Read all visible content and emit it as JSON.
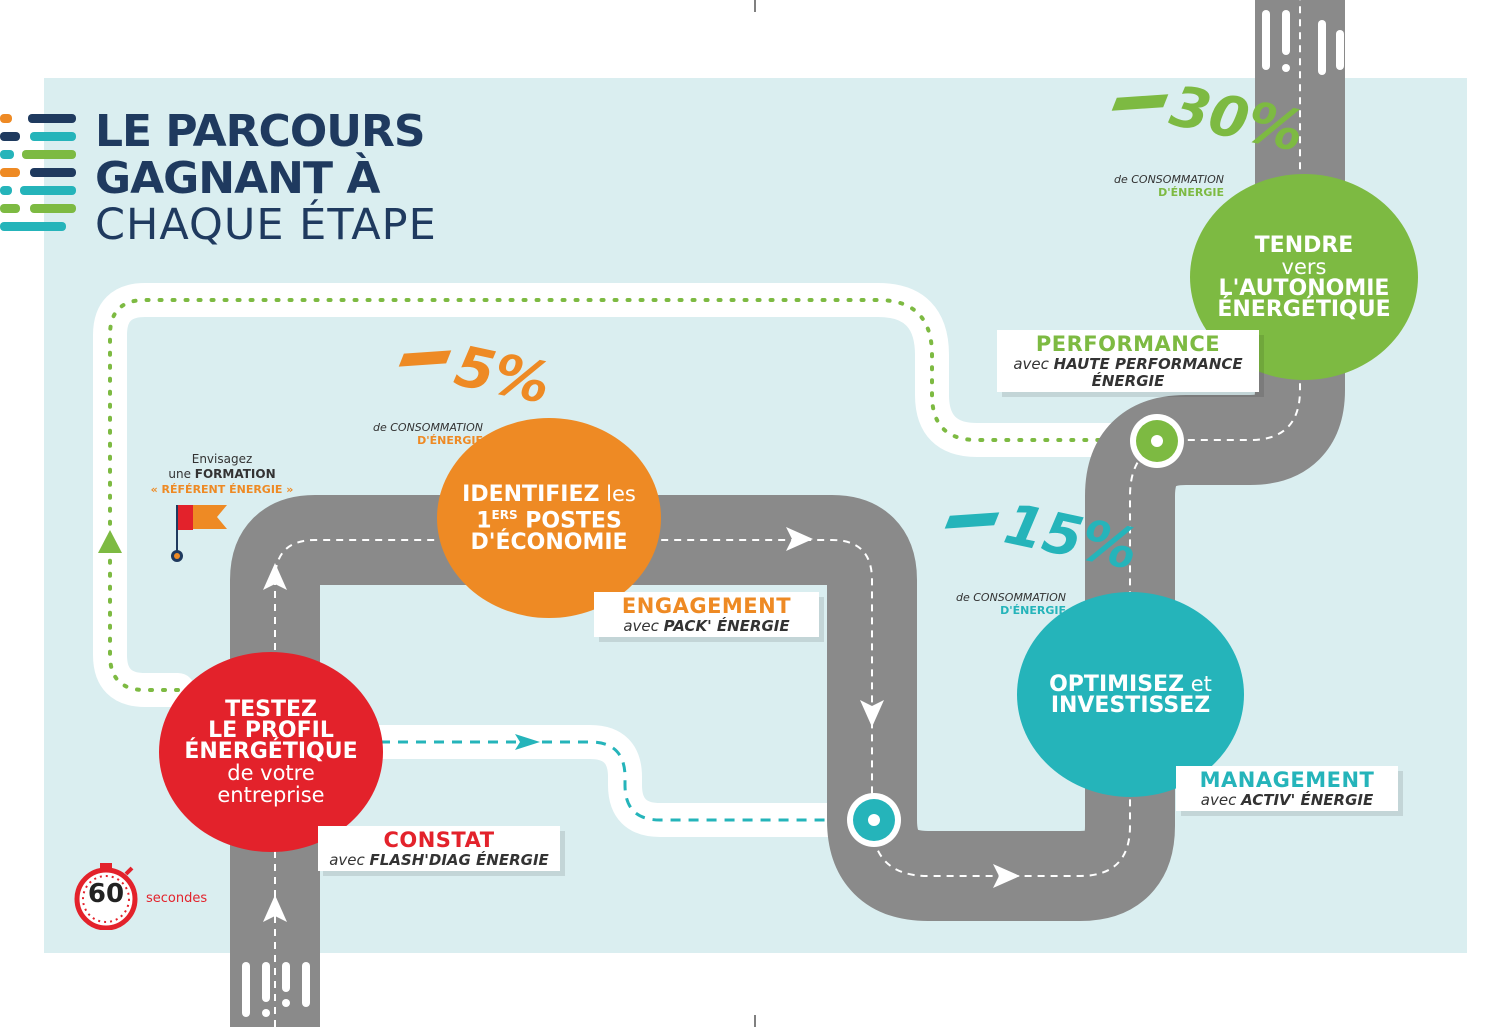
{
  "title": {
    "line1": "LE PARCOURS",
    "line2": "GAGNANT À",
    "line3": "CHAQUE ÉTAPE"
  },
  "colors": {
    "navy": "#1f3a5f",
    "red": "#e3222b",
    "orange": "#ee8a24",
    "teal": "#25b4ba",
    "green": "#7dba42",
    "road": "#8a8a8a",
    "background": "#daeef0"
  },
  "steps": [
    {
      "circle": {
        "bold1": "TESTEZ",
        "bold2": "LE PROFIL",
        "bold3": "ÉNERGÉTIQUE",
        "normal1": "de votre",
        "normal2": "entreprise"
      },
      "label": {
        "heading": "CONSTAT",
        "sub_prefix": "avec ",
        "sub_name": "FLASH'DIAG ÉNERGIE"
      }
    },
    {
      "circle": {
        "bold1": "IDENTIFIEZ",
        "normal1": " les",
        "bold2a": "1",
        "sup": "ERS",
        "bold2b": " POSTES",
        "bold3": "D'ÉCONOMIE"
      },
      "label": {
        "heading": "ENGAGEMENT",
        "sub_prefix": "avec ",
        "sub_name": "PACK' ÉNERGIE"
      },
      "saving": {
        "value": "5%",
        "conso_prefix": "de ",
        "conso_word": "CONSOMMATION",
        "conso_energy": "D'ÉNERGIE"
      }
    },
    {
      "circle": {
        "bold1": "OPTIMISEZ",
        "normal1": " et",
        "bold2": "INVESTISSEZ"
      },
      "label": {
        "heading": "MANAGEMENT",
        "sub_prefix": "avec ",
        "sub_name": "ACTIV' ÉNERGIE"
      },
      "saving": {
        "value": "15%",
        "conso_prefix": "de ",
        "conso_word": "CONSOMMATION",
        "conso_energy": "D'ÉNERGIE"
      }
    },
    {
      "circle": {
        "bold1": "TENDRE",
        "normal1": "vers",
        "bold2": "L'AUTONOMIE",
        "bold3": "ÉNERGÉTIQUE"
      },
      "label": {
        "heading": "PERFORMANCE",
        "sub_prefix": "avec ",
        "sub_line1": "HAUTE PERFORMANCE",
        "sub_line2": "ÉNERGIE"
      },
      "saving": {
        "value": "30%",
        "conso_prefix": "de ",
        "conso_word": "CONSOMMATION",
        "conso_energy": "D'ÉNERGIE"
      }
    }
  ],
  "formation": {
    "line1": "Envisagez",
    "line2_prefix": "une ",
    "line2_bold": "FORMATION",
    "line3": "« RÉFÉRENT ÉNERGIE »"
  },
  "timer": {
    "value": "60",
    "unit": "secondes"
  },
  "icons": [
    "stripes-logo-icon",
    "flag-icon",
    "stopwatch-icon",
    "arrow-icon",
    "waypoint-icon"
  ]
}
